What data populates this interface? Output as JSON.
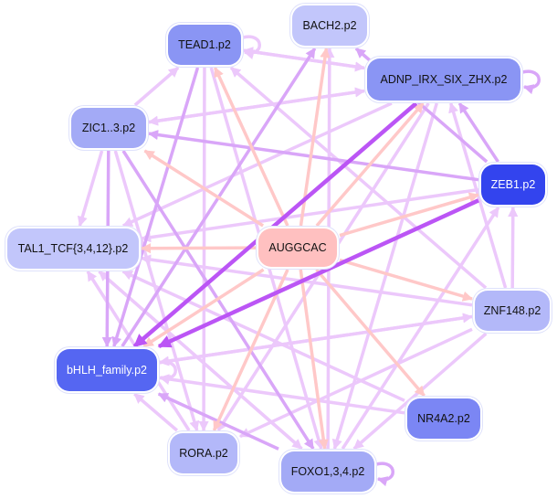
{
  "graph": {
    "title": "AUGGCAC regulatory network",
    "nodes": [
      {
        "id": "TEAD1",
        "label": "TEAD1.p2",
        "color": "#8a95f4",
        "dark": false
      },
      {
        "id": "BACH2",
        "label": "BACH2.p2",
        "color": "#c2c6fb",
        "dark": false
      },
      {
        "id": "ADNP",
        "label": "ADNP_IRX_SIX_ZHX.p2",
        "color": "#8a95f4",
        "dark": false
      },
      {
        "id": "ZIC",
        "label": "ZIC1..3.p2",
        "color": "#a3aaf6",
        "dark": false
      },
      {
        "id": "ZEB1",
        "label": "ZEB1.p2",
        "color": "#3344ee",
        "dark": true
      },
      {
        "id": "TAL1",
        "label": "TAL1_TCF{3,4,12}.p2",
        "color": "#c2c6fb",
        "dark": false
      },
      {
        "id": "AUGGCAC",
        "label": "AUGGCAC",
        "color": "#ffc0c0",
        "dark": false
      },
      {
        "id": "ZNF148",
        "label": "ZNF148.p2",
        "color": "#b3b8f9",
        "dark": false
      },
      {
        "id": "bHLH",
        "label": "bHLH_family.p2",
        "color": "#5566f2",
        "dark": true
      },
      {
        "id": "NR4A2",
        "label": "NR4A2.p2",
        "color": "#7b86f4",
        "dark": false
      },
      {
        "id": "RORA",
        "label": "RORA.p2",
        "color": "#b3b8f9",
        "dark": false
      },
      {
        "id": "FOXO",
        "label": "FOXO1,3,4.p2",
        "color": "#a3aaf6",
        "dark": false
      }
    ],
    "edge_colors": {
      "mirna": "#ffc8c8",
      "light": "#ecc8fb",
      "medium": "#d9a6f8",
      "strong": "#bb55f5"
    },
    "edges": [
      {
        "from": "AUGGCAC",
        "to": "TEAD1",
        "type": "mirna"
      },
      {
        "from": "AUGGCAC",
        "to": "BACH2",
        "type": "mirna"
      },
      {
        "from": "AUGGCAC",
        "to": "ADNP",
        "type": "mirna"
      },
      {
        "from": "AUGGCAC",
        "to": "ZIC",
        "type": "mirna"
      },
      {
        "from": "AUGGCAC",
        "to": "ZEB1",
        "type": "mirna"
      },
      {
        "from": "AUGGCAC",
        "to": "TAL1",
        "type": "mirna"
      },
      {
        "from": "AUGGCAC",
        "to": "ZNF148",
        "type": "mirna"
      },
      {
        "from": "AUGGCAC",
        "to": "bHLH",
        "type": "mirna"
      },
      {
        "from": "AUGGCAC",
        "to": "NR4A2",
        "type": "mirna"
      },
      {
        "from": "AUGGCAC",
        "to": "RORA",
        "type": "mirna"
      },
      {
        "from": "AUGGCAC",
        "to": "FOXO",
        "type": "mirna"
      },
      {
        "from": "ADNP",
        "to": "bHLH",
        "type": "strong"
      },
      {
        "from": "ZEB1",
        "to": "bHLH",
        "type": "strong"
      },
      {
        "from": "ZEB1",
        "to": "ADNP",
        "type": "medium"
      },
      {
        "from": "ZEB1",
        "to": "ZIC",
        "type": "medium"
      },
      {
        "from": "ZEB1",
        "to": "BACH2",
        "type": "medium"
      },
      {
        "from": "ZEB1",
        "to": "TAL1",
        "type": "light"
      },
      {
        "from": "ZNF148",
        "to": "ZEB1",
        "type": "light"
      },
      {
        "from": "ZNF148",
        "to": "ADNP",
        "type": "light"
      },
      {
        "from": "ZNF148",
        "to": "bHLH",
        "type": "light"
      },
      {
        "from": "ZNF148",
        "to": "FOXO",
        "type": "light"
      },
      {
        "from": "ZNF148",
        "to": "RORA",
        "type": "light"
      },
      {
        "from": "ZNF148",
        "to": "TEAD1",
        "type": "light"
      },
      {
        "from": "TEAD1",
        "to": "ADNP",
        "type": "light"
      },
      {
        "from": "TEAD1",
        "to": "bHLH",
        "type": "medium"
      },
      {
        "from": "TEAD1",
        "to": "RORA",
        "type": "light"
      },
      {
        "from": "TEAD1",
        "to": "FOXO",
        "type": "light"
      },
      {
        "from": "ADNP",
        "to": "TEAD1",
        "type": "light"
      },
      {
        "from": "ADNP",
        "to": "ZIC",
        "type": "light"
      },
      {
        "from": "ADNP",
        "to": "TAL1",
        "type": "light"
      },
      {
        "from": "ADNP",
        "to": "FOXO",
        "type": "light"
      },
      {
        "from": "ADNP",
        "to": "RORA",
        "type": "light"
      },
      {
        "from": "ZIC",
        "to": "ADNP",
        "type": "light"
      },
      {
        "from": "ZIC",
        "to": "TEAD1",
        "type": "light"
      },
      {
        "from": "ZIC",
        "to": "TAL1",
        "type": "light"
      },
      {
        "from": "ZIC",
        "to": "bHLH",
        "type": "medium"
      },
      {
        "from": "ZIC",
        "to": "FOXO",
        "type": "medium"
      },
      {
        "from": "ZIC",
        "to": "RORA",
        "type": "light"
      },
      {
        "from": "TAL1",
        "to": "FOXO",
        "type": "light"
      },
      {
        "from": "FOXO",
        "to": "TAL1",
        "type": "light"
      },
      {
        "from": "FOXO",
        "to": "bHLH",
        "type": "medium"
      },
      {
        "from": "FOXO",
        "to": "BACH2",
        "type": "light"
      },
      {
        "from": "FOXO",
        "to": "ZEB1",
        "type": "light"
      },
      {
        "from": "NR4A2",
        "to": "bHLH",
        "type": "light"
      },
      {
        "from": "NR4A2",
        "to": "TAL1",
        "type": "light"
      },
      {
        "from": "RORA",
        "to": "bHLH",
        "type": "light"
      },
      {
        "from": "RORA",
        "to": "TAL1",
        "type": "light"
      },
      {
        "from": "bHLH",
        "to": "BACH2",
        "type": "medium"
      },
      {
        "from": "bHLH",
        "to": "ZNF148",
        "type": "light"
      },
      {
        "from": "ZNF148",
        "to": "TAL1",
        "type": "light"
      }
    ],
    "self_loops": [
      {
        "node": "TEAD1",
        "type": "light"
      },
      {
        "node": "ADNP",
        "type": "medium"
      },
      {
        "node": "FOXO",
        "type": "medium"
      },
      {
        "node": "bHLH",
        "type": "light"
      }
    ]
  }
}
